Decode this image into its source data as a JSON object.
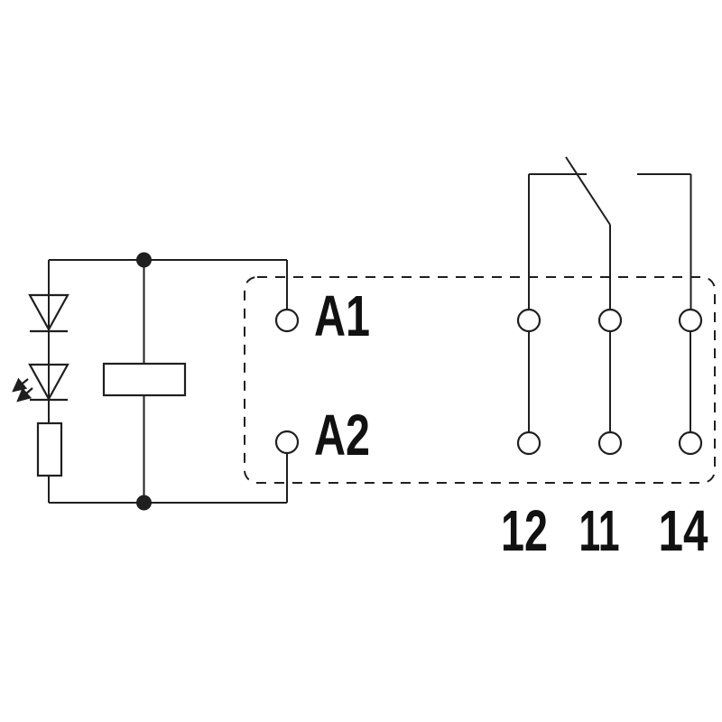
{
  "diagram": {
    "background_color": "#ffffff",
    "line_color": "#1f1f1f",
    "text_color": "#111111",
    "coil_terminals": {
      "a1": "A1",
      "a2": "A2"
    },
    "contact_terminals": {
      "nc": "12",
      "common": "11",
      "no": "14"
    },
    "symbols": [
      "diode-icon",
      "led-icon",
      "resistor-icon",
      "relay-coil-icon",
      "changeover-contact-icon",
      "module-dashed-outline"
    ]
  }
}
